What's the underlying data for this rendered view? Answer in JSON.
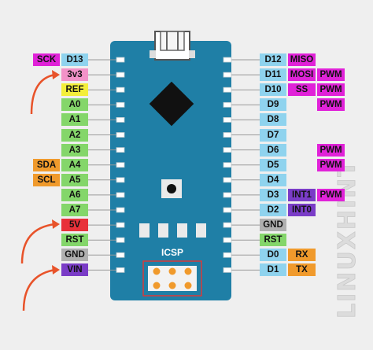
{
  "board": {
    "icsp_label": "ICSP",
    "watermark": "LINUXHINT"
  },
  "colors": {
    "board": "#1f7fa6",
    "board_dark": "#17607f",
    "pin_blue": "#8fd3ee",
    "pin_green": "#84d66a",
    "pin_gray": "#b0b0b0",
    "pin_yellow": "#f4ee3a",
    "pin_magenta": "#e022d8",
    "pin_purple": "#7a3cc7",
    "pin_pink": "#f292c8",
    "pin_red": "#e8313a",
    "pin_orange": "#f09a2c",
    "arrow": "#e8532a",
    "icsp_border": "#d83a3a"
  },
  "left_pins": [
    {
      "name": "D13",
      "color": "pin_blue",
      "extra": [
        {
          "text": "SCK",
          "color": "pin_magenta"
        }
      ]
    },
    {
      "name": "3v3",
      "color": "pin_pink",
      "extra": []
    },
    {
      "name": "REF",
      "color": "pin_yellow",
      "extra": []
    },
    {
      "name": "A0",
      "color": "pin_green",
      "extra": []
    },
    {
      "name": "A1",
      "color": "pin_green",
      "extra": []
    },
    {
      "name": "A2",
      "color": "pin_green",
      "extra": []
    },
    {
      "name": "A3",
      "color": "pin_green",
      "extra": []
    },
    {
      "name": "A4",
      "color": "pin_green",
      "extra": [
        {
          "text": "SDA",
          "color": "pin_orange"
        }
      ]
    },
    {
      "name": "A5",
      "color": "pin_green",
      "extra": [
        {
          "text": "SCL",
          "color": "pin_orange"
        }
      ]
    },
    {
      "name": "A6",
      "color": "pin_green",
      "extra": []
    },
    {
      "name": "A7",
      "color": "pin_green",
      "extra": []
    },
    {
      "name": "5V",
      "color": "pin_red",
      "extra": []
    },
    {
      "name": "RST",
      "color": "pin_green",
      "extra": []
    },
    {
      "name": "GND",
      "color": "pin_gray",
      "extra": []
    },
    {
      "name": "VIN",
      "color": "pin_purple",
      "extra": []
    }
  ],
  "right_pins": [
    {
      "name": "D12",
      "color": "pin_blue",
      "extra": [
        {
          "text": "MISO",
          "color": "pin_magenta"
        }
      ]
    },
    {
      "name": "D11",
      "color": "pin_blue",
      "extra": [
        {
          "text": "MOSI",
          "color": "pin_magenta"
        },
        {
          "text": "PWM",
          "color": "pin_magenta"
        }
      ]
    },
    {
      "name": "D10",
      "color": "pin_blue",
      "extra": [
        {
          "text": "SS",
          "color": "pin_magenta"
        },
        {
          "text": "PWM",
          "color": "pin_magenta"
        }
      ]
    },
    {
      "name": "D9",
      "color": "pin_blue",
      "extra": [
        {
          "text": "",
          "color": ""
        },
        {
          "text": "PWM",
          "color": "pin_magenta"
        }
      ]
    },
    {
      "name": "D8",
      "color": "pin_blue",
      "extra": []
    },
    {
      "name": "D7",
      "color": "pin_blue",
      "extra": []
    },
    {
      "name": "D6",
      "color": "pin_blue",
      "extra": [
        {
          "text": "",
          "color": ""
        },
        {
          "text": "PWM",
          "color": "pin_magenta"
        }
      ]
    },
    {
      "name": "D5",
      "color": "pin_blue",
      "extra": [
        {
          "text": "",
          "color": ""
        },
        {
          "text": "PWM",
          "color": "pin_magenta"
        }
      ]
    },
    {
      "name": "D4",
      "color": "pin_blue",
      "extra": []
    },
    {
      "name": "D3",
      "color": "pin_blue",
      "extra": [
        {
          "text": "INT1",
          "color": "pin_purple"
        },
        {
          "text": "PWM",
          "color": "pin_magenta"
        }
      ]
    },
    {
      "name": "D2",
      "color": "pin_blue",
      "extra": [
        {
          "text": "INT0",
          "color": "pin_purple"
        }
      ]
    },
    {
      "name": "GND",
      "color": "pin_gray",
      "extra": []
    },
    {
      "name": "RST",
      "color": "pin_green",
      "extra": []
    },
    {
      "name": "D0",
      "color": "pin_blue",
      "extra": [
        {
          "text": "RX",
          "color": "pin_orange"
        }
      ]
    },
    {
      "name": "D1",
      "color": "pin_blue",
      "extra": [
        {
          "text": "TX",
          "color": "pin_orange"
        }
      ]
    }
  ]
}
